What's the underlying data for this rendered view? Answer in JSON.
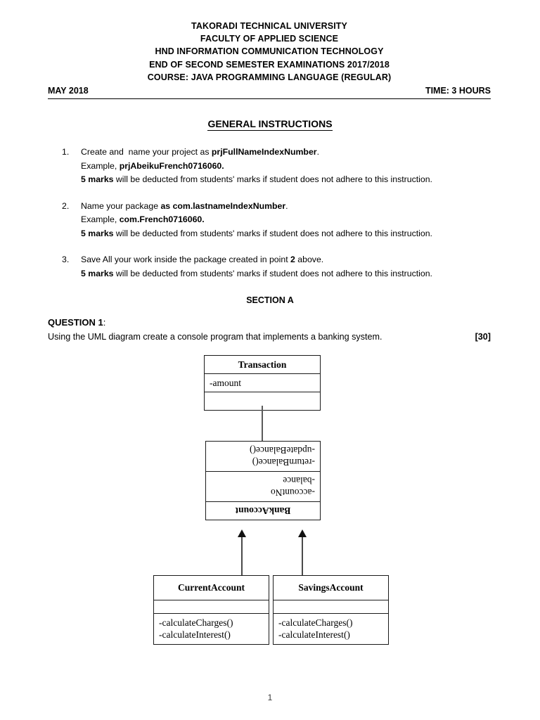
{
  "header": {
    "lines": [
      "TAKORADI TECHNICAL UNIVERSITY",
      "FACULTY OF APPLIED SCIENCE",
      "HND INFORMATION COMMUNICATION TECHNOLOGY",
      "END OF SECOND SEMESTER EXAMINATIONS 2017/2018",
      "COURSE: JAVA PROGRAMMING LANGUAGE (REGULAR)"
    ],
    "date": "MAY 2018",
    "duration": "TIME: 3 HOURS"
  },
  "general_instructions": {
    "title": "GENERAL INSTRUCTIONS",
    "items": [
      {
        "number": "1.",
        "line1_pre": "Create and  name your project as ",
        "line1_bold": "prjFullNameIndexNumber",
        "line1_post": ".",
        "line2_pre": "Example, ",
        "line2_bold": "prjAbeikuFrench0716060.",
        "line2_post": "",
        "line3_bold": "5 marks",
        "line3_post": " will be deducted from students' marks if student does not adhere to this instruction."
      },
      {
        "number": "2.",
        "line1_pre": "Name your package ",
        "line1_bold": "as com.lastnameIndexNumber",
        "line1_post": ".",
        "line2_pre": "Example, ",
        "line2_bold": "com.French0716060.",
        "line2_post": "",
        "line3_bold": "5 marks",
        "line3_post": " will be deducted from students' marks if student does not adhere to this instruction."
      },
      {
        "number": "3.",
        "line1_pre": "Save All your work inside the package created in point ",
        "line1_bold": "2",
        "line1_post": " above.",
        "line2_pre": "",
        "line2_bold": "",
        "line2_post": "",
        "line3_bold": "5 marks",
        "line3_post": " will be deducted from students' marks if student does not adhere to this instruction."
      }
    ]
  },
  "section": {
    "label": "SECTION A",
    "question_label": "QUESTION 1",
    "question_colon": ":",
    "question_text": "Using the UML diagram create a console program that implements a banking system.",
    "marks": "[30]"
  },
  "uml": {
    "classes": [
      {
        "name": "Transaction",
        "attributes": [
          "-amount"
        ],
        "methods": [],
        "rotated": false
      },
      {
        "name": "BankAccount",
        "attributes": [
          "-accountNo",
          "-balance"
        ],
        "methods": [
          "-returnBalance()",
          "-updateBalance()"
        ],
        "rotated": true
      },
      {
        "name": "CurrentAccount",
        "attributes": [],
        "methods": [
          "-calculateCharges()",
          "-calculateInterest()"
        ],
        "rotated": false
      },
      {
        "name": "SavingsAccount",
        "attributes": [],
        "methods": [
          "-calculateCharges()",
          "-calculateInterest()"
        ],
        "rotated": false
      }
    ]
  },
  "footer": {
    "page_number": "1"
  }
}
